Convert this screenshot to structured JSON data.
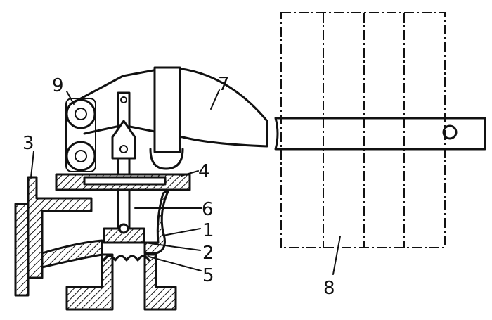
{
  "labels": {
    "valve_body": "1",
    "disc": "2",
    "inlet_flange": "3",
    "cover_plate": "4",
    "seat": "5",
    "stem": "6",
    "lever": "7",
    "weight": "8",
    "pivot": "9"
  }
}
